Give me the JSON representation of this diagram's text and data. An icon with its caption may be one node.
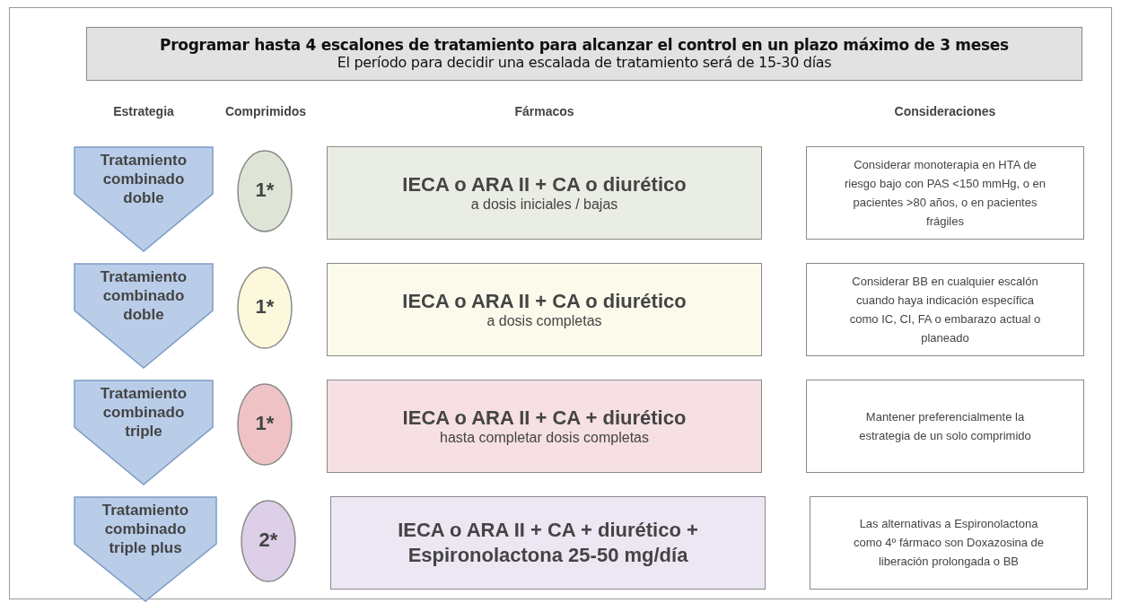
{
  "diagram": {
    "nodes": [
      {
        "text": [
          "Programar hasta 4 escalones de tratamiento para alcanzar el control en un plazo máximo de 3 meses",
          "El período para decidir una escalada de tratamiento será de 15-30 días"
        ]
      },
      {
        "text": [
          "Tratamiento combinado doble"
        ]
      },
      {
        "text": [
          "1*"
        ]
      },
      {
        "text": [
          "IECA o ARA II + CA o diurético",
          "a dosis iniciales / bajas"
        ]
      },
      {
        "text": [
          "Considerar monoterapia en HTA de riesgo bajo con PAS <150 mmHg, o en pacientes >80 años, o en pacientes frágiles"
        ]
      },
      {
        "text": [
          "Tratamiento combinado doble"
        ]
      },
      {
        "text": [
          "1*"
        ]
      },
      {
        "text": [
          "IECA o ARA II + CA o diurético",
          "a dosis completas"
        ]
      },
      {
        "text": [
          "Considerar BB en cualquier escalón cuando haya indicación específica como IC, CI, FA o embarazo actual o planeado"
        ]
      },
      {
        "text": [
          "Tratamiento combinado triple"
        ]
      },
      {
        "text": [
          "1*"
        ]
      },
      {
        "text": [
          "IECA o ARA II + CA + diurético",
          "hasta completar dosis completas"
        ]
      },
      {
        "text": [
          "Mantener preferencialmente la estrategia de un solo comprimido"
        ]
      },
      {
        "text": [
          "Tratamiento combinado triple plus"
        ]
      },
      {
        "text": [
          "2*"
        ]
      },
      {
        "text": [
          "IECA o ARA II + CA + diurético + Espironolactona 25-50 mg/día"
        ]
      },
      {
        "text": [
          "Las alternativas a Espironolactona como 4º fármaco son Doxazosina de liberación prolongada o BB"
        ]
      }
    ],
    "labels": [
      "Estrategia",
      "Comprimidos",
      "Fármacos",
      "Consideraciones"
    ]
  }
}
